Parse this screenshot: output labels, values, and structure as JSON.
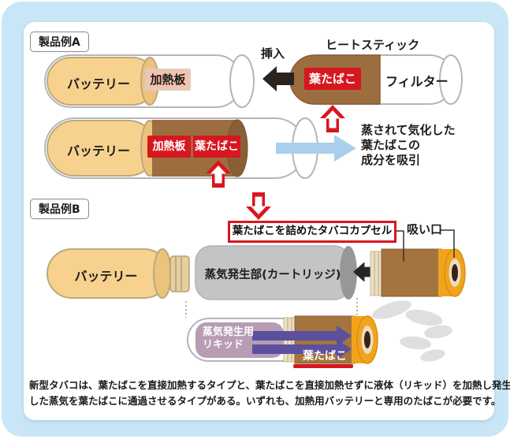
{
  "colors": {
    "background_blue": "#c9e6f7",
    "card_white": "#ffffff",
    "accent_red": "#d7171f",
    "battery_tan": "#f6d28e",
    "tobacco_brown": "#9c6d3f",
    "capsule_brown": "#a4743f",
    "heater_pink": "#f4c3ae",
    "cartridge_gray": "#c4c4c6",
    "mouthpiece_orange": "#f2a31c",
    "inhale_arrow_blue": "#a9cfec",
    "liquid_mauve": "#b79cb4",
    "vapor_arrow_purple": "#5b4f9e",
    "smoke_gray": "#dcdcdc"
  },
  "section_a": {
    "label": "製品例A",
    "row1": {
      "battery": "バッテリー",
      "heater_plate": "加熱板",
      "insert": "挿入",
      "heat_stick": "ヒートスティック",
      "leaf_tobacco": "葉たばこ",
      "filter": "フィルター"
    },
    "row2": {
      "battery": "バッテリー",
      "heater_plate": "加熱板",
      "leaf_tobacco": "葉たばこ",
      "inhale_note_line1": "蒸されて気化した",
      "inhale_note_line2": "葉たばこの",
      "inhale_note_line3": "成分を吸引"
    }
  },
  "section_b": {
    "label": "製品例B",
    "capsule_label": "葉たばこを詰めたタバコカプセル",
    "mouthpiece": "吸い口",
    "battery": "バッテリー",
    "vapor_unit": "蒸気発生部(カートリッジ)",
    "liquid_line1": "蒸気発生用",
    "liquid_line2": "リキッド",
    "leaf_tobacco": "葉たばこ"
  },
  "footer": {
    "line1": "新型タバコは、葉たばこを直接加熱するタイプと、葉たばこを直接加熱せずに液体（リキッド）を加熱し発生",
    "line2": "した蒸気を葉たばこに通過させるタイプがある。いずれも、加熱用バッテリーと専用のたばこが必要です。"
  }
}
